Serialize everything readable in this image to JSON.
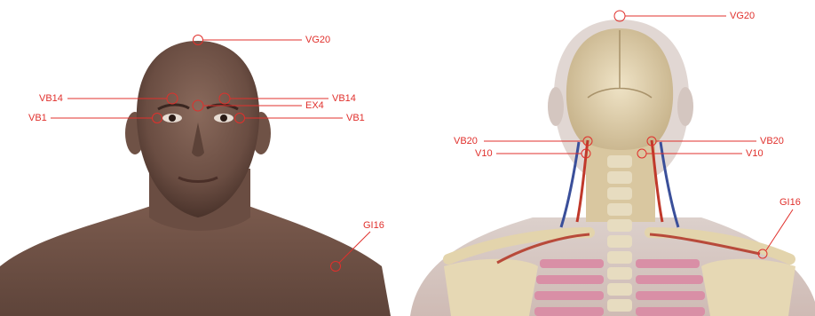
{
  "accent_color": "#e0302c",
  "front_view": {
    "points": [
      {
        "label": "VG20"
      },
      {
        "label": "VB14"
      },
      {
        "label": "VB14"
      },
      {
        "label": "EX4"
      },
      {
        "label": "VB1"
      },
      {
        "label": "VB1"
      },
      {
        "label": "GI16"
      }
    ]
  },
  "back_view": {
    "points": [
      {
        "label": "VG20"
      },
      {
        "label": "VB20"
      },
      {
        "label": "VB20"
      },
      {
        "label": "V10"
      },
      {
        "label": "V10"
      },
      {
        "label": "GI16"
      }
    ]
  }
}
